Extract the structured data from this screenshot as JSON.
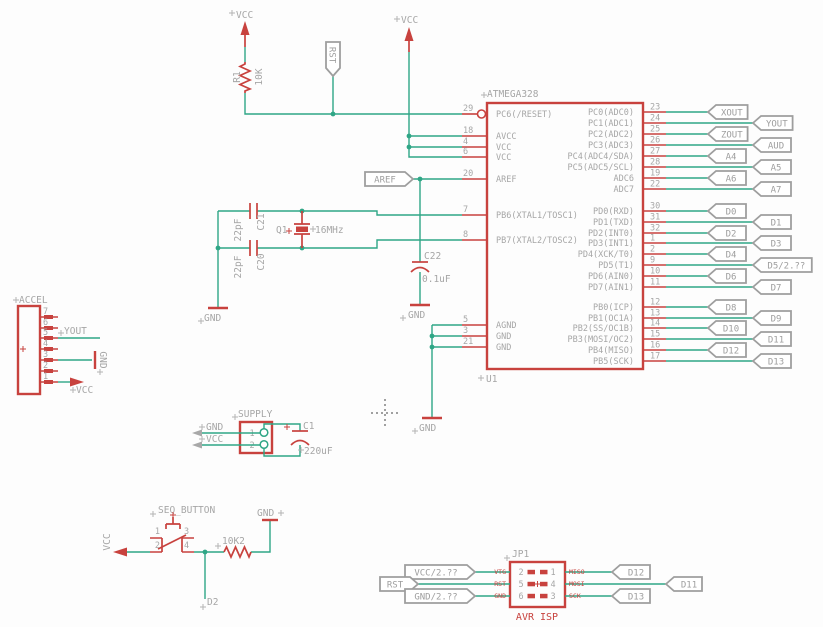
{
  "colors": {
    "component_red": "#c8423e",
    "wire_green": "#2fa686",
    "text_gray": "#a6a6a6",
    "flag_gray": "#9e9e9e",
    "background": "#fdfdfd"
  },
  "power": {
    "vcc_left": "VCC",
    "vcc_mid": "VCC",
    "rst": "RST"
  },
  "r1": {
    "name": "R1",
    "value": "10K"
  },
  "q1": {
    "name": "Q1",
    "value": "16MHz"
  },
  "c21": {
    "name": "C21",
    "value": "22pF"
  },
  "c20": {
    "name": "C20",
    "value": "22pF"
  },
  "c22": {
    "name": "C22",
    "value": "0.1uF"
  },
  "c1": {
    "name": "C1",
    "value": "220uF"
  },
  "sym": {
    "gnd": "GND",
    "vcc": "VCC"
  },
  "flags": {
    "aref": "AREF"
  },
  "ic": {
    "title": "ATMEGA328",
    "refdes": "U1",
    "left_pins": [
      {
        "num": "29",
        "name": "PC6(/RESET)"
      },
      {
        "num": "18",
        "name": "AVCC"
      },
      {
        "num": "4",
        "name": "VCC"
      },
      {
        "num": "6",
        "name": "VCC"
      },
      {
        "num": "20",
        "name": "AREF"
      },
      {
        "num": "7",
        "name": "PB6(XTAL1/TOSC1)"
      },
      {
        "num": "8",
        "name": "PB7(XTAL2/TOSC2)"
      },
      {
        "num": "5",
        "name": "AGND"
      },
      {
        "num": "3",
        "name": "GND"
      },
      {
        "num": "21",
        "name": "GND"
      }
    ],
    "right_pins": [
      {
        "num": "23",
        "name": "PC0(ADC0)",
        "flag": "XOUT"
      },
      {
        "num": "24",
        "name": "PC1(ADC1)",
        "flag": "YOUT"
      },
      {
        "num": "25",
        "name": "PC2(ADC2)",
        "flag": "ZOUT"
      },
      {
        "num": "26",
        "name": "PC3(ADC3)",
        "flag": "AUD"
      },
      {
        "num": "27",
        "name": "PC4(ADC4/SDA)",
        "flag": "A4"
      },
      {
        "num": "28",
        "name": "PC5(ADC5/SCL)",
        "flag": "A5"
      },
      {
        "num": "19",
        "name": "ADC6",
        "flag": "A6"
      },
      {
        "num": "22",
        "name": "ADC7",
        "flag": "A7"
      },
      {
        "num": "30",
        "name": "PD0(RXD)",
        "flag": "D0"
      },
      {
        "num": "31",
        "name": "PD1(TXD)",
        "flag": "D1"
      },
      {
        "num": "32",
        "name": "PD2(INT0)",
        "flag": "D2"
      },
      {
        "num": "1",
        "name": "PD3(INT1)",
        "flag": "D3"
      },
      {
        "num": "2",
        "name": "PD4(XCK/T0)",
        "flag": "D4"
      },
      {
        "num": "9",
        "name": "PD5(T1)",
        "flag": "D5/2.??"
      },
      {
        "num": "10",
        "name": "PD6(AIN0)",
        "flag": "D6"
      },
      {
        "num": "11",
        "name": "PD7(AIN1)",
        "flag": "D7"
      },
      {
        "num": "12",
        "name": "PB0(ICP)",
        "flag": "D8"
      },
      {
        "num": "13",
        "name": "PB1(OC1A)",
        "flag": "D9"
      },
      {
        "num": "14",
        "name": "PB2(SS/OC1B)",
        "flag": "D10"
      },
      {
        "num": "15",
        "name": "PB3(MOSI/OC2)",
        "flag": "D11"
      },
      {
        "num": "16",
        "name": "PB4(MISO)",
        "flag": "D12"
      },
      {
        "num": "17",
        "name": "PB5(SCK)",
        "flag": "D13"
      }
    ]
  },
  "accel": {
    "title": "ACCEL",
    "pins": [
      "7",
      "6",
      "5",
      "4",
      "3",
      "2",
      "1"
    ],
    "yout": "YOUT"
  },
  "supply": {
    "title": "SUPPLY",
    "pin_nums": [
      "1",
      "2"
    ]
  },
  "button": {
    "title": "SEQ_BUTTON",
    "pin_nums": [
      "1",
      "2",
      "3",
      "4"
    ],
    "resistor_value": "10K2",
    "net_label": "D2"
  },
  "isp": {
    "refdes": "JP1",
    "title": "AVR ISP",
    "pin_nums_left": [
      "2",
      "5",
      "6"
    ],
    "pin_nums_right": [
      "1",
      "4",
      "3"
    ],
    "pin_names_left": [
      "VTG",
      "RST",
      "GND"
    ],
    "pin_names_right": [
      "MISO",
      "MOSI",
      "SCK"
    ],
    "flags_left": [
      "VCC/2.??",
      "RST",
      "GND/2.??"
    ],
    "flags_right": [
      "D12",
      "D11",
      "D13"
    ]
  }
}
